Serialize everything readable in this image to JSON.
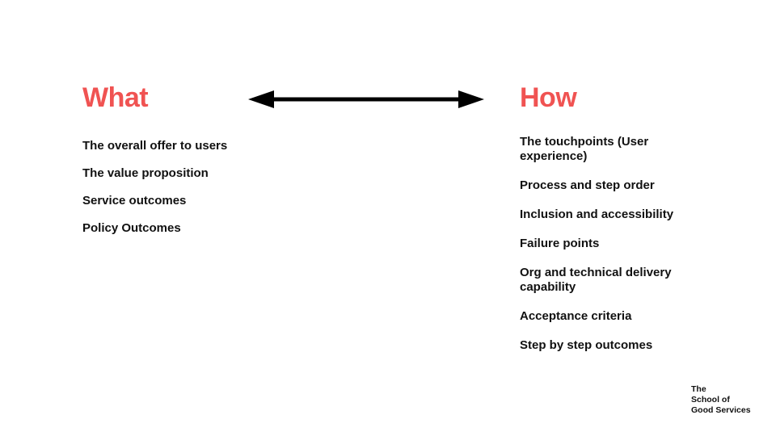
{
  "slide": {
    "background_color": "#ffffff",
    "accent_color": "#F05352",
    "text_color": "#111111",
    "arrow_color": "#000000"
  },
  "left_column": {
    "heading": "What",
    "items": [
      "The overall offer to users",
      "The value proposition",
      "Service outcomes",
      "Policy Outcomes"
    ]
  },
  "right_column": {
    "heading": "How",
    "items": [
      "The touchpoints (User\nexperience)",
      "Process and step order",
      "Inclusion and accessibility",
      "Failure points",
      "Org and technical delivery\ncapability",
      "Acceptance criteria",
      "Step by step outcomes"
    ]
  },
  "arrow": {
    "icon": "double-headed-horizontal-arrow"
  },
  "logo": {
    "lines": [
      "The",
      "School of",
      "Good Services"
    ]
  }
}
